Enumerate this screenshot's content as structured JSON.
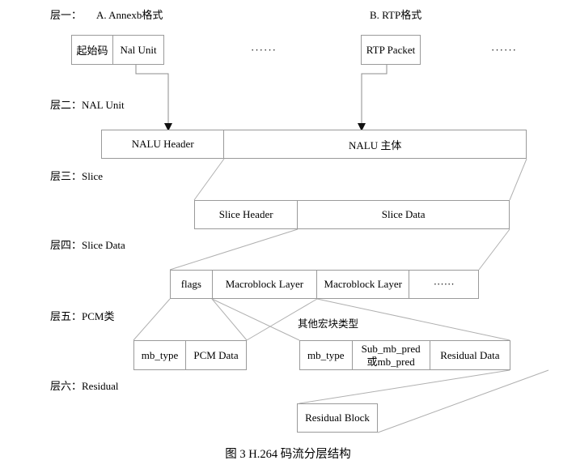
{
  "figure": {
    "caption": "图 3 H.264 码流分层结构"
  },
  "layers": [
    {
      "label": "层一："
    },
    {
      "label": "层二：NAL Unit"
    },
    {
      "label": "层三：Slice"
    },
    {
      "label": "层四：Slice Data"
    },
    {
      "label": "层五：PCM类"
    },
    {
      "label": "层六：Residual"
    }
  ],
  "layer1": {
    "title_a": "A. Annexb格式",
    "title_b": "B. RTP格式",
    "annexb_cells": [
      "起始码",
      "Nal Unit"
    ],
    "rtp_cells": [
      "RTP Packet"
    ],
    "ellipsis_a": "······",
    "ellipsis_b": "······"
  },
  "layer2": {
    "cells": [
      "NALU Header",
      "NALU 主体"
    ]
  },
  "layer3": {
    "cells": [
      "Slice Header",
      "Slice Data"
    ]
  },
  "layer4": {
    "cells": [
      "flags",
      "Macroblock Layer",
      "Macroblock Layer",
      "······"
    ]
  },
  "layer5": {
    "pcm_cells": [
      "mb_type",
      "PCM Data"
    ],
    "other_note": "其他宏块类型",
    "other_cells_1": "mb_type",
    "other_cells_2_line1": "Sub_mb_pred",
    "other_cells_2_line2": "或mb_pred",
    "other_cells_3": "Residual Data"
  },
  "layer6": {
    "cells": [
      "Residual Block"
    ]
  },
  "colors": {
    "border": "#9a9a9a",
    "connector": "#8c8c8c",
    "text": "#000000",
    "background": "#ffffff"
  }
}
